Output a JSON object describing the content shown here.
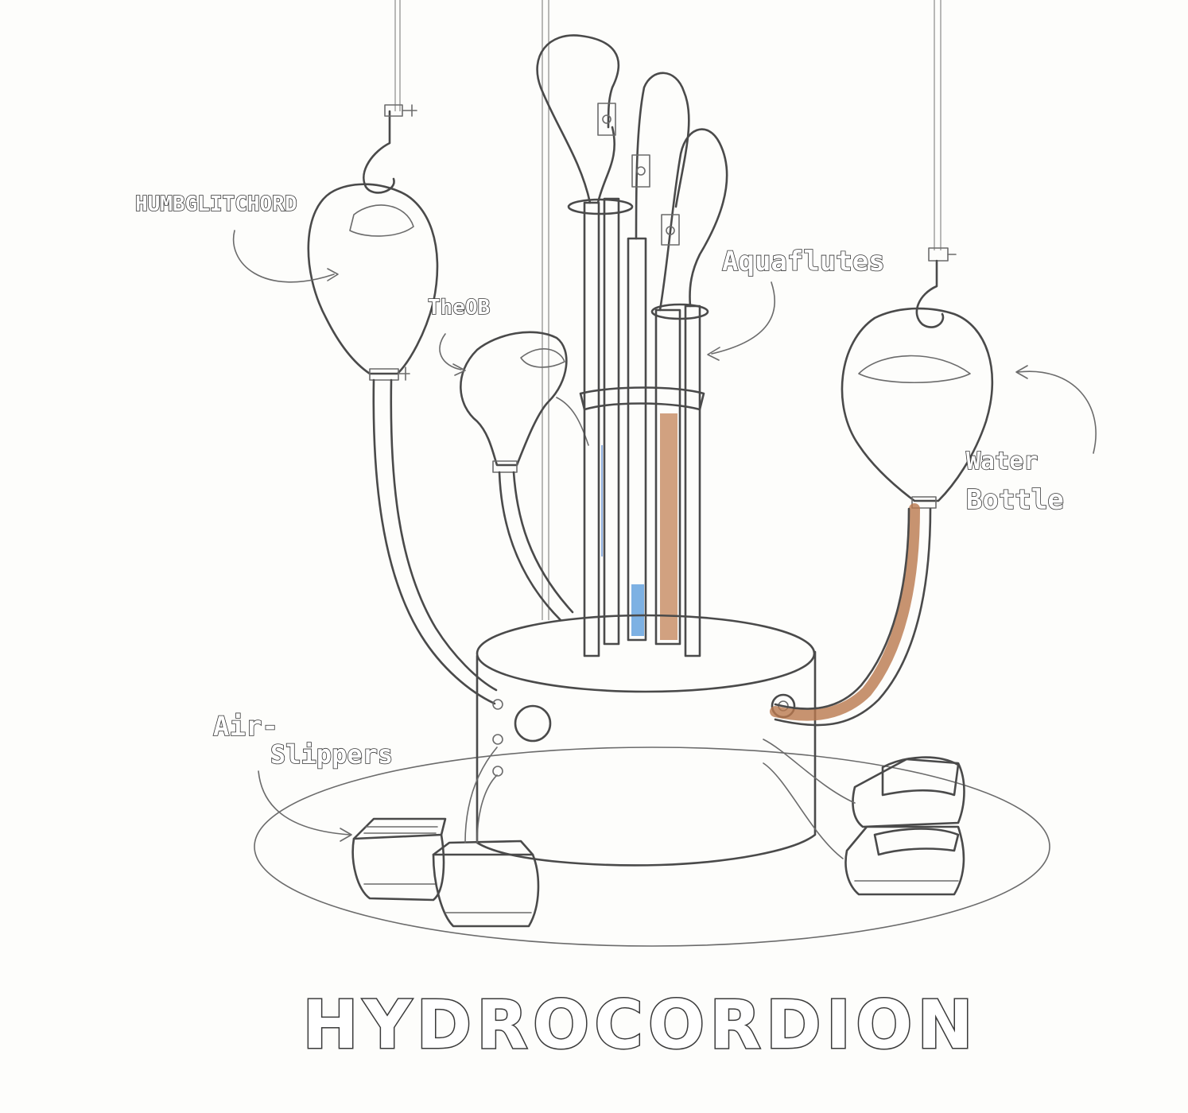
{
  "title": "HYDROCORDION",
  "labels": {
    "humbolt": "HUMBGLITCHORD",
    "theorb": "TheOB",
    "aquaflutes": "Aquaflutes",
    "water_bottle_line1": "Water",
    "water_bottle_line2": "Bottle",
    "air_line1": "Air-",
    "air_line2": "Slippers"
  },
  "colors": {
    "ink": "#4a4a4a",
    "paper": "#fdfdfb",
    "left_tube": "#e6e8b8",
    "right_tube": "#b9784d",
    "flute_orange": "#c9916a",
    "flute_blue": "#6fa8e0"
  }
}
